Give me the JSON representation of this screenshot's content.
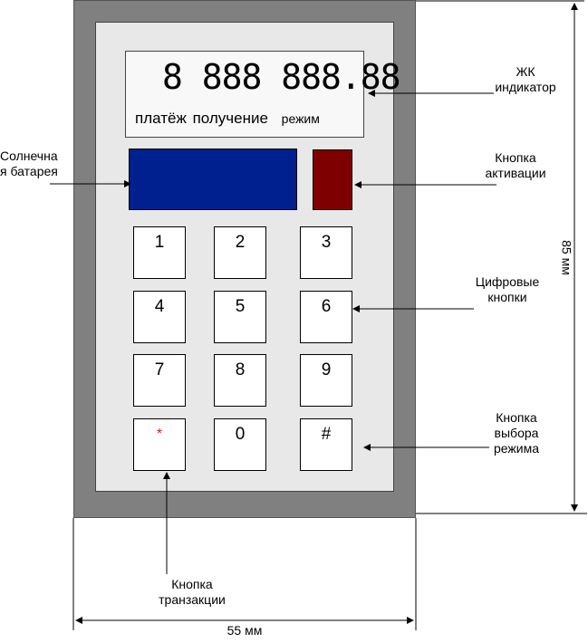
{
  "display": {
    "digits": "8 888 888.88",
    "label_payment": "платёж",
    "label_receive": "получение",
    "label_mode": "режим"
  },
  "keys": [
    "1",
    "2",
    "3",
    "4",
    "5",
    "6",
    "7",
    "8",
    "9",
    "*",
    "0",
    "#"
  ],
  "annotations": {
    "lcd": [
      "ЖК",
      "индикатор"
    ],
    "solar": [
      "Солнечна",
      "я батарея"
    ],
    "activate": [
      "Кнопка",
      "активации"
    ],
    "digits": [
      "Цифровые",
      "кнопки"
    ],
    "mode": [
      "Кнопка",
      "выбора",
      "режима"
    ],
    "transaction": [
      "Кнопка",
      "транзакции"
    ],
    "height": "85 мм",
    "width": "55 мм"
  },
  "colors": {
    "device_frame": "#808080",
    "face": "#e8e8e8",
    "solar_panel": "#00208f",
    "activate_button": "#7f0000",
    "star_key": "#d02020"
  }
}
